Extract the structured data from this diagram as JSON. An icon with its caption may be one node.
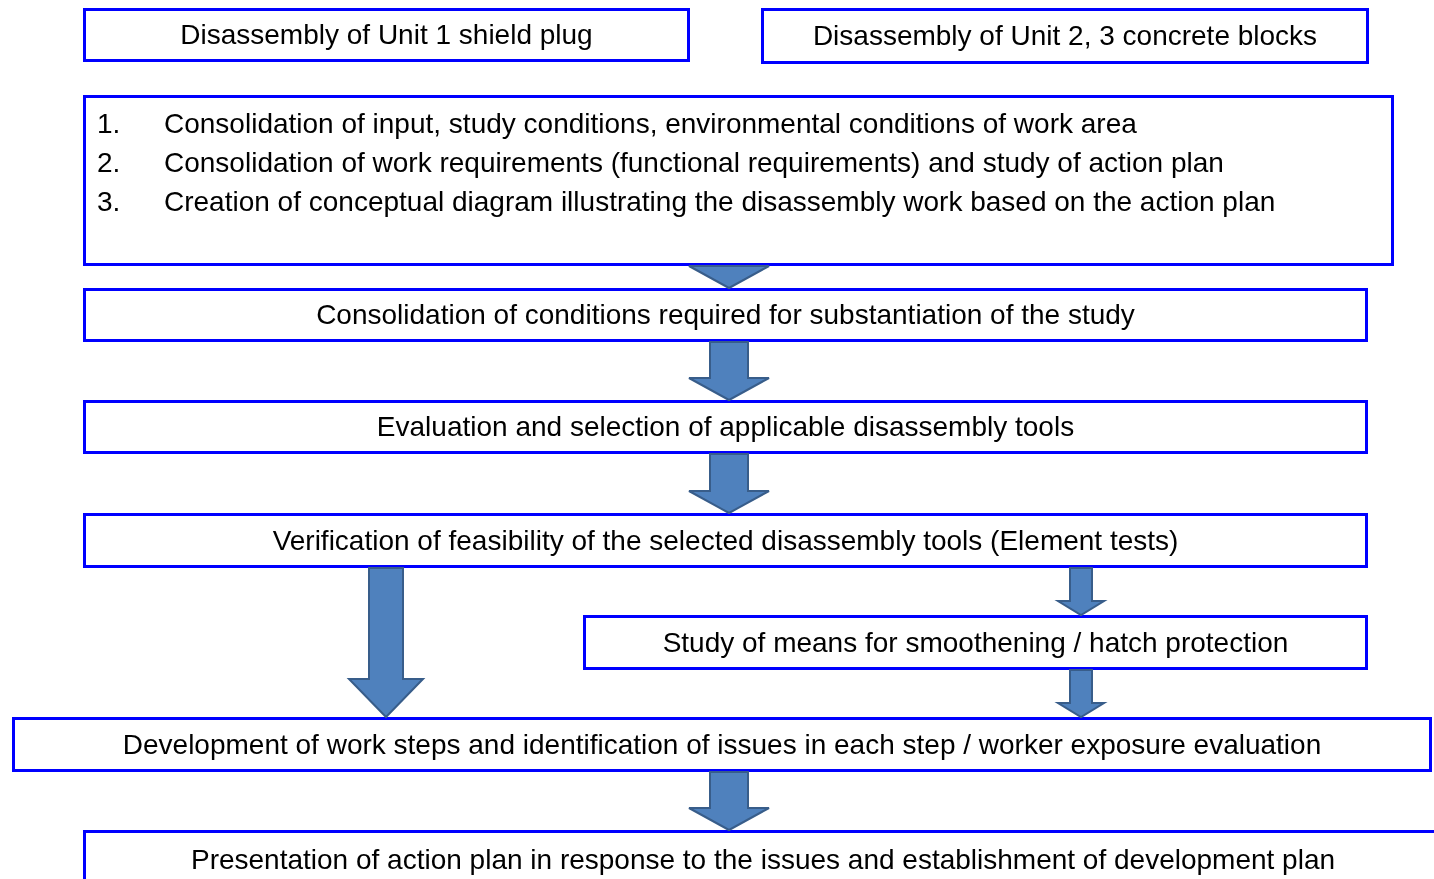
{
  "diagram": {
    "nodes": [
      {
        "text": [
          "Disassembly of Unit 1 shield plug"
        ]
      },
      {
        "text": [
          "Disassembly of Unit 2, 3 concrete blocks"
        ]
      },
      {
        "text": [
          "1.",
          "Consolidation of input, study conditions, environmental conditions of work area",
          "2.",
          "Consolidation of work requirements (functional requirements) and study of action plan",
          "3.",
          "Creation of conceptual diagram illustrating the disassembly work based on the action plan"
        ]
      },
      {
        "text": [
          "Consolidation of conditions required for substantiation of the study"
        ]
      },
      {
        "text": [
          "Evaluation and selection of applicable disassembly tools"
        ]
      },
      {
        "text": [
          "Verification of feasibility of the selected disassembly tools (Element tests)"
        ]
      },
      {
        "text": [
          "Study of means for smoothening / hatch protection"
        ]
      },
      {
        "text": [
          "Development of work steps and identification of issues in each step / worker exposure evaluation"
        ]
      },
      {
        "text": [
          "Presentation of action plan in response to the issues and establishment of development plan"
        ]
      }
    ],
    "edges": [
      {
        "from": 2,
        "to": 3,
        "arrow": "to"
      },
      {
        "from": 3,
        "to": 4,
        "arrow": "to"
      },
      {
        "from": 4,
        "to": 5,
        "arrow": "to"
      },
      {
        "from": 5,
        "to": 7,
        "arrow": "to"
      },
      {
        "from": 5,
        "to": 6,
        "arrow": "to"
      },
      {
        "from": 6,
        "to": 7,
        "arrow": "to"
      },
      {
        "from": 7,
        "to": 8,
        "arrow": "to"
      }
    ]
  }
}
